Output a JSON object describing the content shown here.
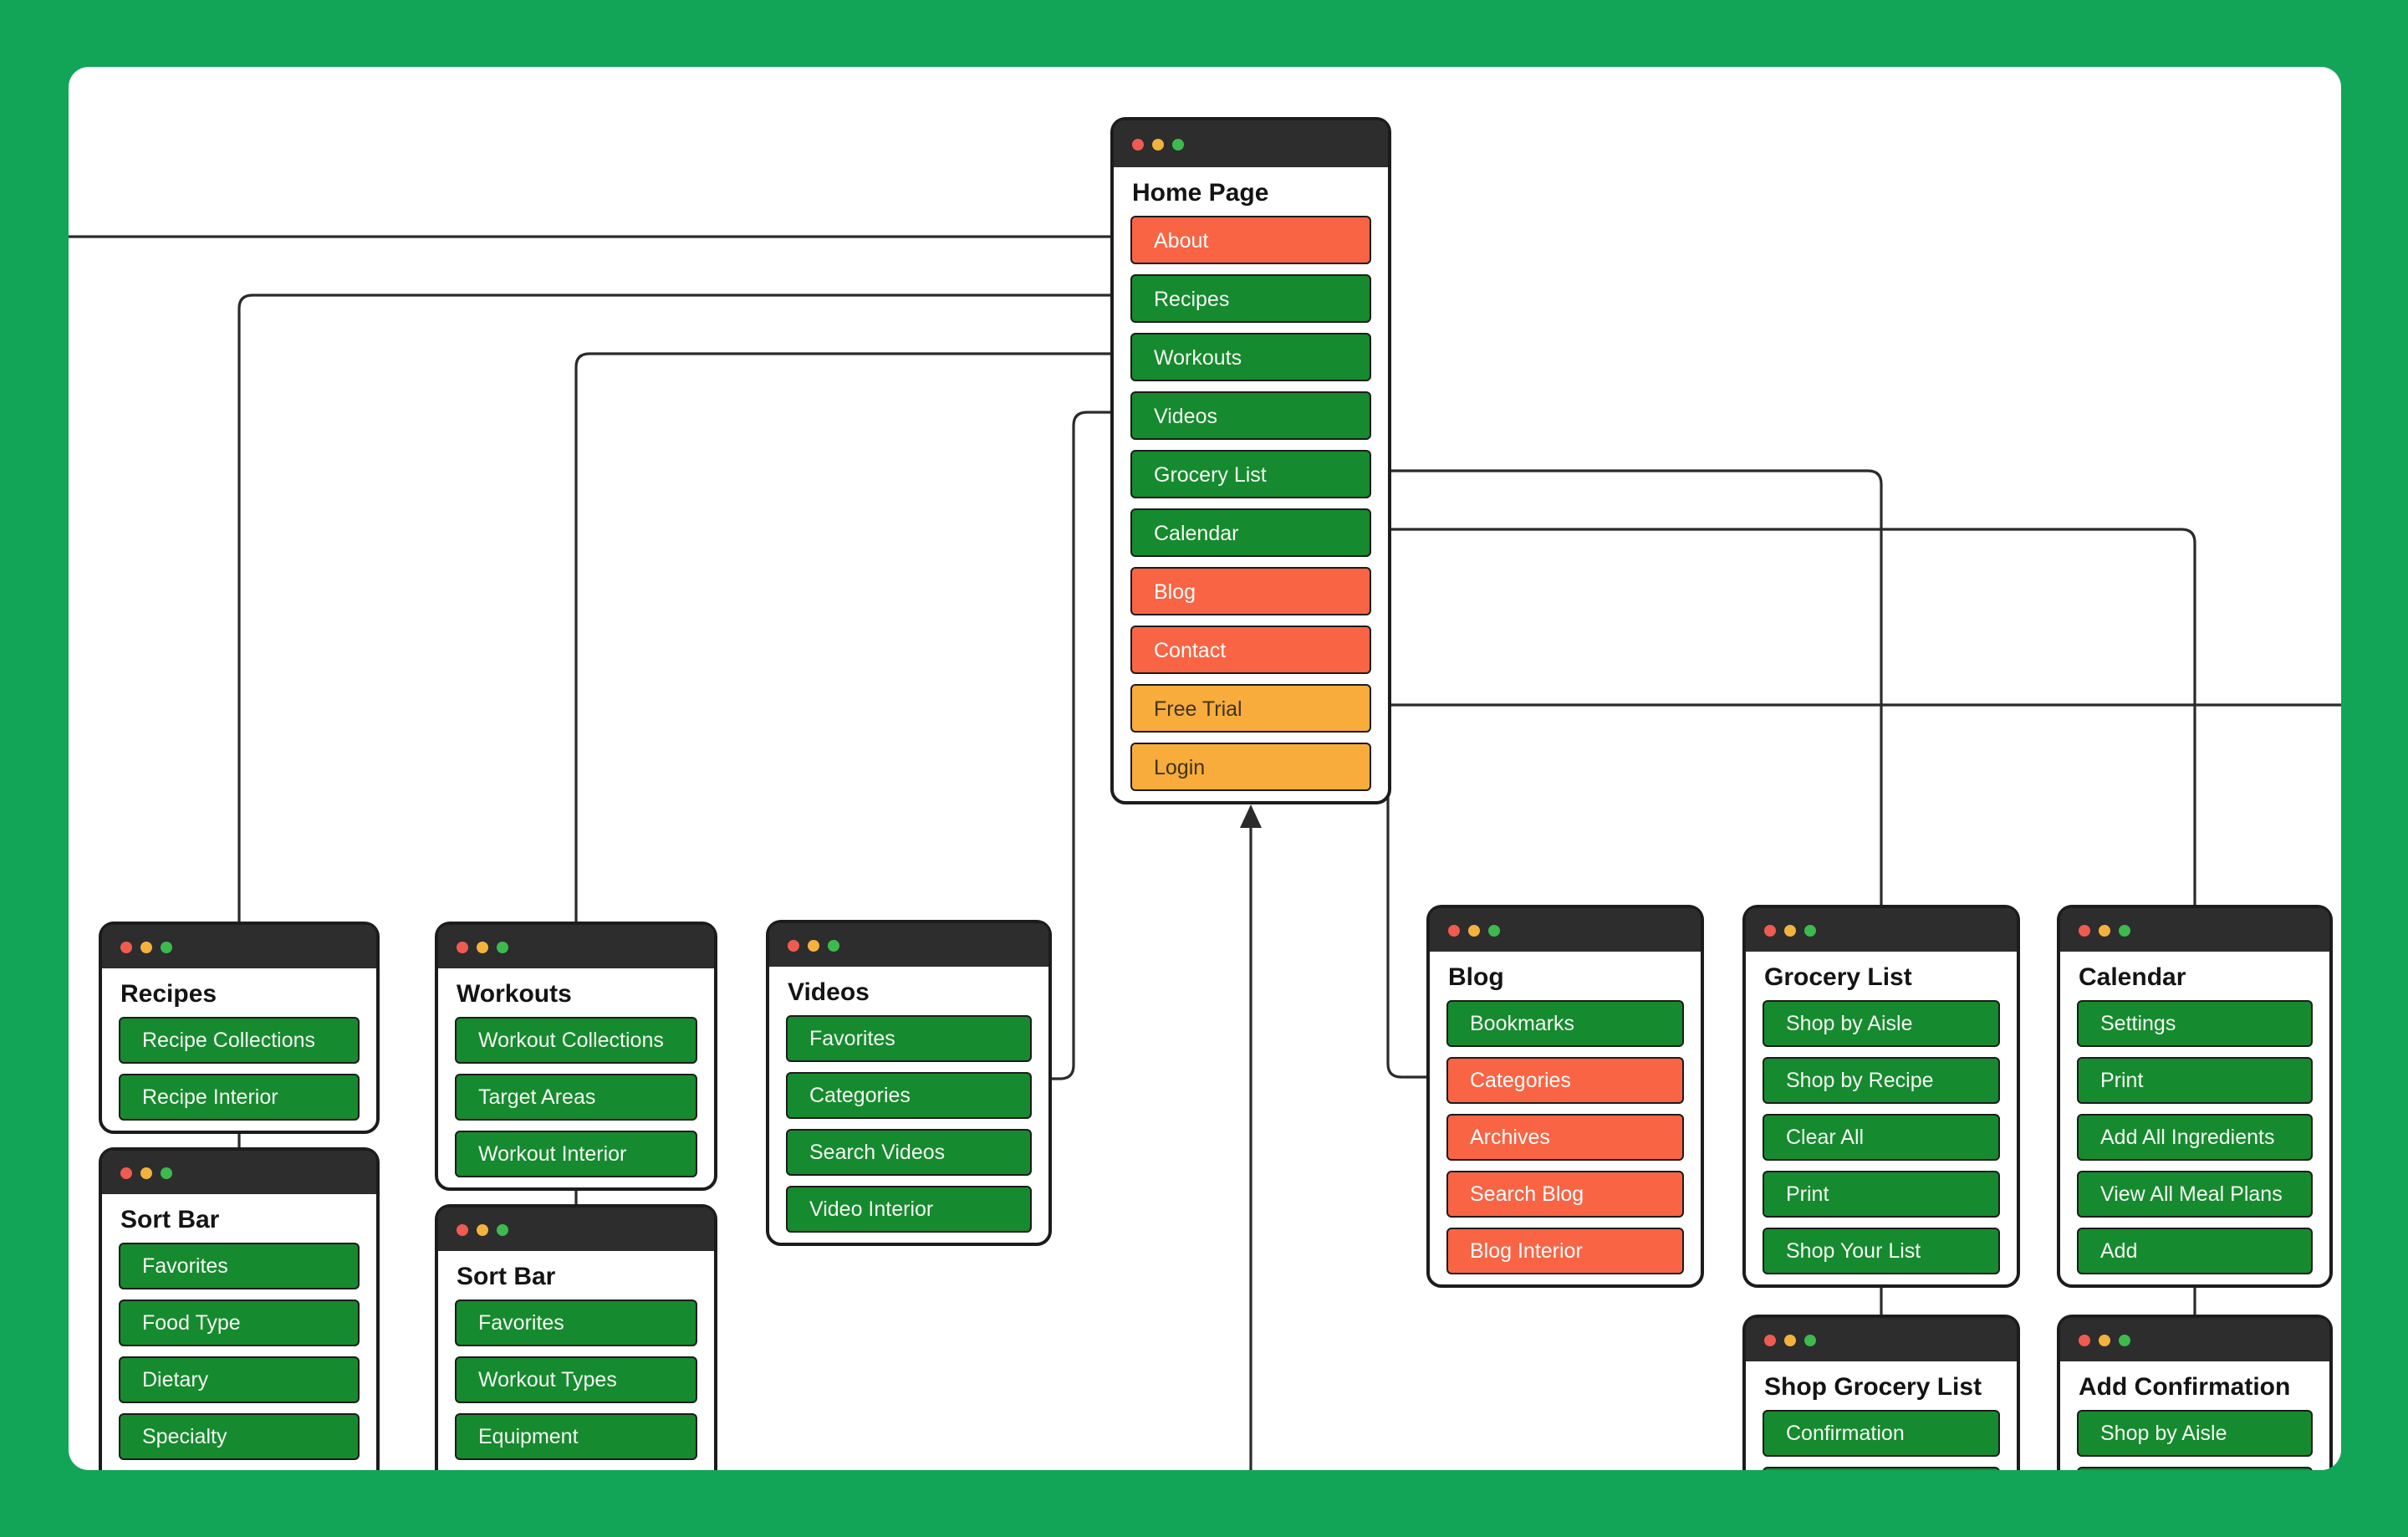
{
  "theme": {
    "background": "#12A557",
    "canvas": "#FFFFFF",
    "header": "#2D2D2D",
    "card_border": "#1C1C1C",
    "line": "#2B2B2B",
    "green": "#168A2E",
    "orange": "#F96444",
    "amber": "#F8AC3C",
    "title_text": "#141414",
    "text_on_green": "#F4F8F3",
    "text_on_amber": "#3E3418",
    "dot_red": "#EF5B51",
    "dot_yellow": "#F3B23E",
    "dot_green": "#3DBA4D"
  },
  "cards": {
    "home": {
      "title": "Home Page",
      "items": [
        {
          "label": "About",
          "color": "orange"
        },
        {
          "label": "Recipes",
          "color": "green"
        },
        {
          "label": "Workouts",
          "color": "green"
        },
        {
          "label": "Videos",
          "color": "green"
        },
        {
          "label": "Grocery List",
          "color": "green"
        },
        {
          "label": "Calendar",
          "color": "green"
        },
        {
          "label": "Blog",
          "color": "orange"
        },
        {
          "label": "Contact",
          "color": "orange"
        },
        {
          "label": "Free Trial",
          "color": "amber"
        },
        {
          "label": "Login",
          "color": "amber"
        }
      ]
    },
    "recipes": {
      "title": "Recipes",
      "items": [
        {
          "label": "Recipe Collections",
          "color": "green"
        },
        {
          "label": "Recipe Interior",
          "color": "green"
        }
      ]
    },
    "sortbar_recipes": {
      "title": "Sort Bar",
      "items": [
        {
          "label": "Favorites",
          "color": "green"
        },
        {
          "label": "Food Type",
          "color": "green"
        },
        {
          "label": "Dietary",
          "color": "green"
        },
        {
          "label": "Specialty",
          "color": "green"
        },
        {
          "label": "",
          "color": "green"
        }
      ]
    },
    "workouts": {
      "title": "Workouts",
      "items": [
        {
          "label": "Workout Collections",
          "color": "green"
        },
        {
          "label": "Target Areas",
          "color": "green"
        },
        {
          "label": "Workout Interior",
          "color": "green"
        }
      ]
    },
    "sortbar_workouts": {
      "title": "Sort Bar",
      "items": [
        {
          "label": "Favorites",
          "color": "green"
        },
        {
          "label": "Workout Types",
          "color": "green"
        },
        {
          "label": "Equipment",
          "color": "green"
        },
        {
          "label": "",
          "color": "green"
        }
      ]
    },
    "videos": {
      "title": "Videos",
      "items": [
        {
          "label": "Favorites",
          "color": "green"
        },
        {
          "label": "Categories",
          "color": "green"
        },
        {
          "label": "Search Videos",
          "color": "green"
        },
        {
          "label": "Video Interior",
          "color": "green"
        }
      ]
    },
    "blog": {
      "title": "Blog",
      "items": [
        {
          "label": "Bookmarks",
          "color": "green"
        },
        {
          "label": "Categories",
          "color": "orange"
        },
        {
          "label": "Archives",
          "color": "orange"
        },
        {
          "label": "Search Blog",
          "color": "orange"
        },
        {
          "label": "Blog Interior",
          "color": "orange"
        }
      ]
    },
    "grocery": {
      "title": "Grocery List",
      "items": [
        {
          "label": "Shop by Aisle",
          "color": "green"
        },
        {
          "label": "Shop by Recipe",
          "color": "green"
        },
        {
          "label": "Clear All",
          "color": "green"
        },
        {
          "label": "Print",
          "color": "green"
        },
        {
          "label": "Shop Your List",
          "color": "green"
        }
      ]
    },
    "calendar": {
      "title": "Calendar",
      "items": [
        {
          "label": "Settings",
          "color": "green"
        },
        {
          "label": "Print",
          "color": "green"
        },
        {
          "label": "Add All Ingredients",
          "color": "green"
        },
        {
          "label": "View All Meal Plans",
          "color": "green"
        },
        {
          "label": "Add",
          "color": "green"
        }
      ]
    },
    "shop_grocery": {
      "title": "Shop Grocery List",
      "items": [
        {
          "label": "Confirmation",
          "color": "green"
        },
        {
          "label": "",
          "color": "green"
        }
      ]
    },
    "add_confirmation": {
      "title": "Add Confirmation",
      "items": [
        {
          "label": "Shop by Aisle",
          "color": "green"
        },
        {
          "label": "",
          "color": "green"
        }
      ]
    }
  }
}
